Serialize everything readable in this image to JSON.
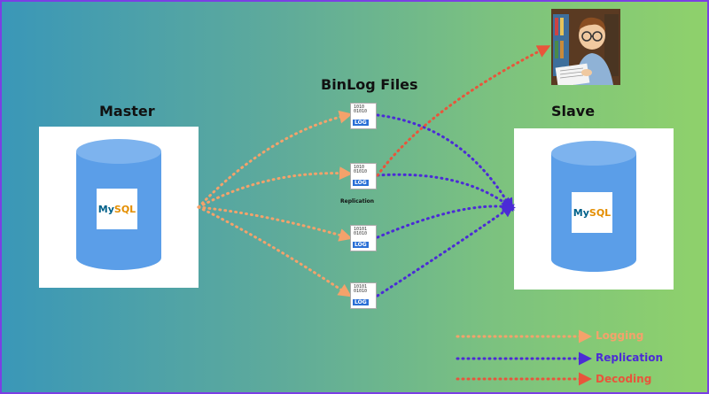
{
  "labels": {
    "master": "Master",
    "slave": "Slave",
    "binlog": "BinLog Files",
    "replication_small": "Replication"
  },
  "mysql_logo": {
    "my": "My",
    "sql": "SQL"
  },
  "logfile": {
    "tag": "LOG",
    "bits": [
      "1010",
      "01010",
      "10101",
      "01010"
    ]
  },
  "legend": [
    {
      "label": "Logging",
      "color": "#f4a26b"
    },
    {
      "label": "Replication",
      "color": "#4b2bd6"
    },
    {
      "label": "Decoding",
      "color": "#e8553b"
    }
  ],
  "colors": {
    "logging": "#f4a26b",
    "replication": "#4b2bd6",
    "decoding": "#e8553b",
    "cylinder": "#5b9ee8",
    "border": "#7b3fe4"
  }
}
